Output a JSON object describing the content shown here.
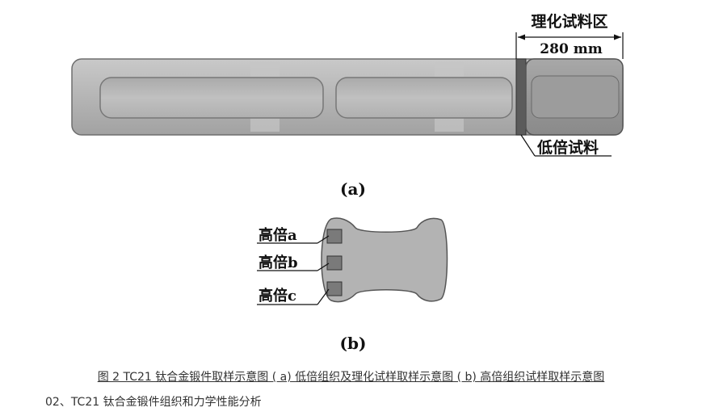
{
  "diagram_a": {
    "zone_label": "理化试料区",
    "length_label": "280 mm",
    "low_mag_label": "低倍试料",
    "panel_label": "(a)"
  },
  "diagram_b": {
    "sample_a_label": "高倍a",
    "sample_b_label": "高倍b",
    "sample_c_label": "高倍c",
    "panel_label": "(b)"
  },
  "caption": "图 2 TC21 钛合金锻件取样示意图 ( a) 低倍组织及理化试样取样示意图 ( b) 高倍组织试样取样示意图",
  "section_heading": "02、TC21 钛合金锻件组织和力学性能分析",
  "colors": {
    "forging_fill": "#b3b3b3",
    "forging_dark": "#8e8e8e",
    "sample_fill": "#7a7a7a",
    "text": "#333333"
  }
}
